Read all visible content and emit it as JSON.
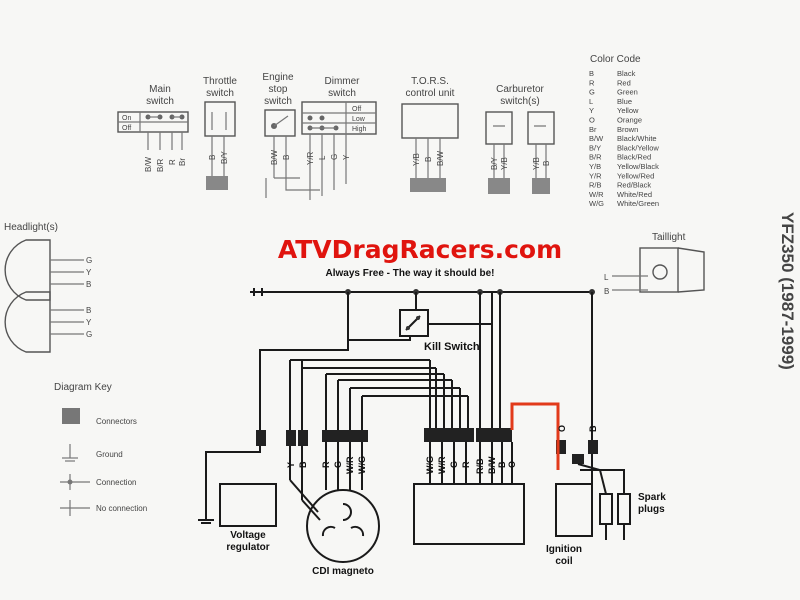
{
  "brand": {
    "title": "ATVDragRacers.com",
    "tagline": "Always Free - The way it should be!",
    "color": "#e0140e"
  },
  "model": "YFZ350 (1987-1999)",
  "components": {
    "main_switch": {
      "label_l1": "Main",
      "label_l2": "switch",
      "on": "On",
      "off": "Off",
      "wires": [
        "B/W",
        "B/R",
        "R",
        "Br"
      ]
    },
    "throttle_switch": {
      "label_l1": "Throttle",
      "label_l2": "switch",
      "wires": [
        "B",
        "B/Y"
      ]
    },
    "engine_stop": {
      "label_l1": "Engine",
      "label_l2": "stop",
      "label_l3": "switch",
      "wires": [
        "B/W",
        "B"
      ]
    },
    "dimmer_switch": {
      "label_l1": "Dimmer",
      "label_l2": "switch",
      "rows": [
        "Off",
        "Low",
        "High"
      ],
      "wires": [
        "Y/R",
        "L",
        "G",
        "Y"
      ]
    },
    "tors": {
      "label_l1": "T.O.R.S.",
      "label_l2": "control unit",
      "wires": [
        "Y/B",
        "B",
        "B/W"
      ]
    },
    "carburetor": {
      "label_l1": "Carburetor",
      "label_l2": "switch(s)",
      "wires_a": [
        "B/Y",
        "Y/B"
      ],
      "wires_b": [
        "Y/B",
        "B"
      ]
    },
    "headlights": {
      "label": "Headlight(s)",
      "upper": [
        "G",
        "Y",
        "B"
      ],
      "lower": [
        "B",
        "Y",
        "G"
      ]
    },
    "taillight": {
      "label": "Taillight",
      "wires": [
        "L",
        "B"
      ]
    },
    "kill_switch": "Kill Switch",
    "voltage_regulator": {
      "l1": "Voltage",
      "l2": "regulator"
    },
    "cdi_magneto": "CDI magneto",
    "ignition_coil": {
      "l1": "Ignition",
      "l2": "coil"
    },
    "spark_plugs": {
      "l1": "Spark",
      "l2": "plugs"
    },
    "lower_wires_left": [
      "Y",
      "B"
    ],
    "lower_wires_mag": [
      "R",
      "G",
      "W/R",
      "W/G"
    ],
    "lower_wires_cdi_a": [
      "W/G",
      "W/R",
      "G",
      "R"
    ],
    "lower_wires_cdi_b": [
      "R/B",
      "B/W",
      "B",
      "O"
    ],
    "coil_wires": [
      "O",
      "B"
    ]
  },
  "color_code": {
    "title": "Color Code",
    "entries": [
      {
        "code": "B",
        "name": "Black"
      },
      {
        "code": "R",
        "name": "Red"
      },
      {
        "code": "G",
        "name": "Green"
      },
      {
        "code": "L",
        "name": "Blue"
      },
      {
        "code": "Y",
        "name": "Yellow"
      },
      {
        "code": "O",
        "name": "Orange"
      },
      {
        "code": "Br",
        "name": "Brown"
      },
      {
        "code": "B/W",
        "name": "Black/White"
      },
      {
        "code": "B/Y",
        "name": "Black/Yellow"
      },
      {
        "code": "B/R",
        "name": "Black/Red"
      },
      {
        "code": "Y/B",
        "name": "Yellow/Black"
      },
      {
        "code": "Y/R",
        "name": "Yellow/Red"
      },
      {
        "code": "R/B",
        "name": "Red/Black"
      },
      {
        "code": "W/R",
        "name": "White/Red"
      },
      {
        "code": "W/G",
        "name": "White/Green"
      }
    ]
  },
  "diagram_key": {
    "title": "Diagram Key",
    "items": [
      "Connectors",
      "Ground",
      "Connection",
      "No connection"
    ]
  }
}
